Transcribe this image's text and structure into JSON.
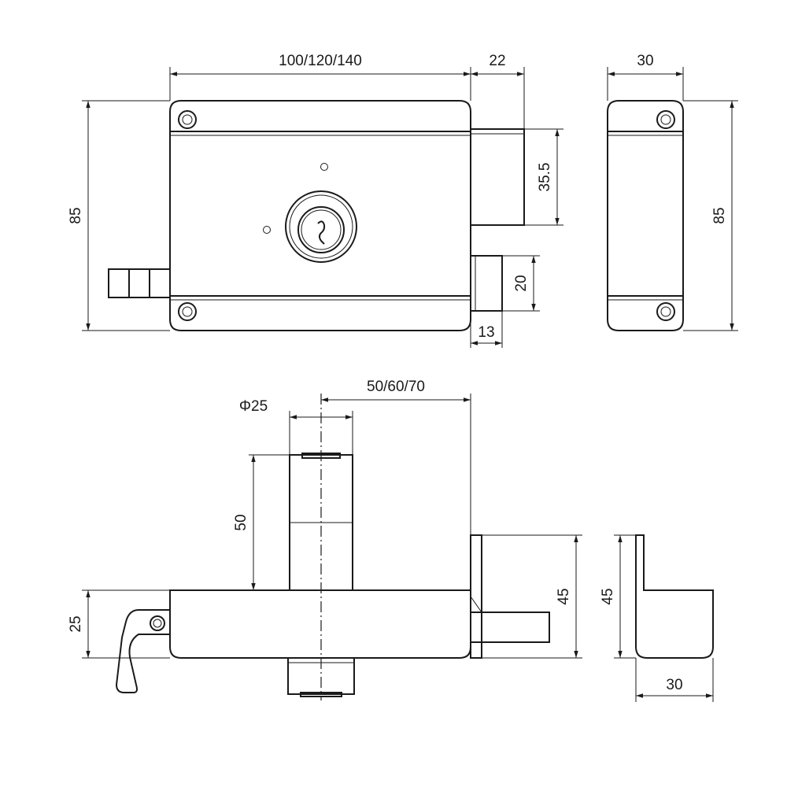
{
  "drawing": {
    "dimensions": {
      "top_width": "100/120/140",
      "top_bolt_offset": "22",
      "side_width_top": "30",
      "height_left": "85",
      "height_right": "85",
      "bolt_height": "35.5",
      "latch_height": "20",
      "latch_depth": "13",
      "cylinder_diameter": "Φ25",
      "backset": "50/60/70",
      "cylinder_length": "50",
      "body_depth": "25",
      "strike_depth": "45",
      "side_depth": "45",
      "side_width_bottom": "30"
    }
  }
}
